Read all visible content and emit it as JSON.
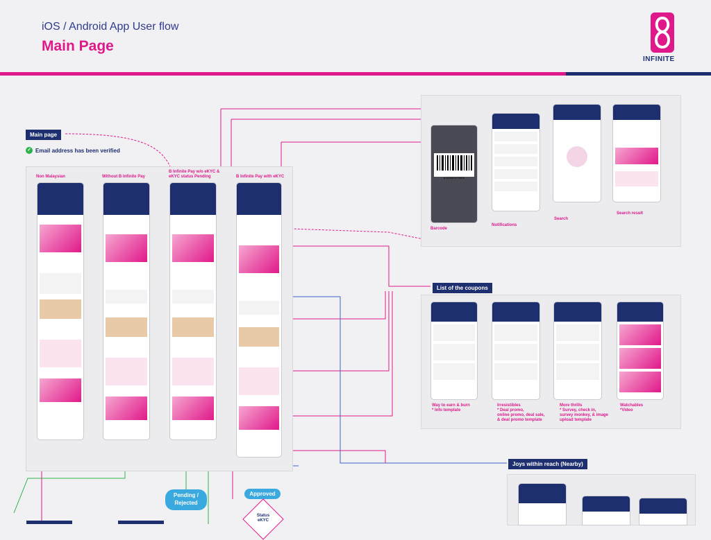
{
  "header": {
    "subtitle": "iOS / Android App User flow",
    "title": "Main Page",
    "logo_text": "INFINITE"
  },
  "main_page_tag": "Main page",
  "verified_text": "Email address has been verified",
  "columns": [
    "Non Malaysian",
    "Without B Infinite Pay",
    "B Infinite Pay w/o eKYC & eKYC status Pending",
    "B Infinite Pay with eKYC"
  ],
  "top_screens": [
    "Barcode",
    "Notifications",
    "Search",
    "Search result"
  ],
  "coupons_tag": "List of the coupons",
  "coupon_screens": [
    "Way to earn & burn\n* Info template",
    "Irresistibles\n* Deal promo,\nonline promo, deal sale,\n& deal promo template",
    "More thrills\n* Survey, check in,\nsurvey monkey, & image\nupload template",
    "Watchables\n*Video"
  ],
  "nearby_tag": "Joys within reach (Nearby)",
  "pending_label": "Pending /\nRejected",
  "approved_label": "Approved",
  "status_label": "Status\neKYC",
  "barcode_number": "6 12345 67759 6",
  "colors": {
    "brand_pink": "#e0198a",
    "brand_navy": "#1d2f6f",
    "pill_blue": "#3aa9e0"
  }
}
